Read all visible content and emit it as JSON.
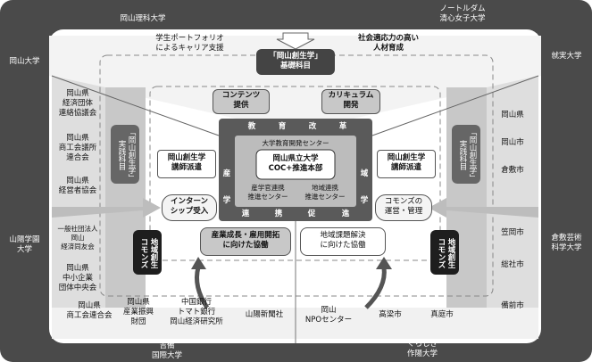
{
  "universities": {
    "okayama_rika": "岡山理科大学",
    "notre_dame": "ノートルダム\n清心女子大学",
    "okayama": "岡山大学",
    "shujitsu": "就実大学",
    "sanyo_gakuen": "山陽学園\n大学",
    "kurashiki_geijutsu": "倉敷芸術\n科学大学",
    "kibi_kokusai": "吉備\n国際大学",
    "kurashiki_sakuyo": "くらしき\n作陽大学"
  },
  "top": {
    "portfolio": "学生ポートフォリオ\nによるキャリア支援",
    "jinzai": "社会適応力の高い\n人材育成",
    "kiso": "「岡山創生学」\n基礎科目"
  },
  "core": {
    "contents": "コンテンツ\n提供",
    "curriculum": "カリキュラム\n開発",
    "kyoiku_kaikaku": [
      "教",
      "育",
      "改",
      "革"
    ],
    "renkei_sokushin": [
      "連",
      "携",
      "促",
      "進"
    ],
    "sangaku_left": "産\n学",
    "chiiki_right": "域\n学",
    "center": "大学教育開発センター",
    "honbu": "岡山県立大学\nCOC+推進本部",
    "sangakkan": "産学官連携\n推進センター",
    "chiiki_renkei": "地域連携\n推進センター"
  },
  "inner": {
    "koshi_left": "岡山創生学\n講師派遣",
    "koshi_right": "岡山創生学\n講師派遣",
    "intern": "インターン\nシップ受入",
    "commons_un": "コモンズの\n運営・管理",
    "jissen_left": "「岡山創生学」\n実践科目",
    "jissen_right": "「岡山創生学」\n実践科目",
    "commons_left": "地域創生\nコモンズ",
    "commons_right": "地域創生\nコモンズ",
    "sangyo": "産業成長・雇用開拓\nに向けた協働",
    "chiiki_kadai": "地域課題解決\nに向けた協働"
  },
  "left_orgs": {
    "keizai_dantai": "岡山県\n経済団体\n連絡協議会",
    "shokokaigisho": "岡山県\n商工会議所\n連合会",
    "keieisha": "岡山県\n経営者協会",
    "keizai_doyukai": "一般社団法人\n岡山\n経済同友会",
    "chusho": "岡山県\n中小企業\n団体中央会",
    "shokokai": "岡山県\n商工会連合会"
  },
  "bottom_orgs": {
    "sangyo_shinko": "岡山県\n産業振興\n財団",
    "banks": "中国銀行\nトマト銀行\n岡山経済研究所",
    "sanyo_shinbun": "山陽新聞社",
    "npo": "岡山\nNPOセンター",
    "takahashi": "高梁市",
    "maniwa": "真庭市"
  },
  "right_orgs": {
    "okayama_ken": "岡山県",
    "okayama_shi": "岡山市",
    "kurashiki_shi": "倉敷市",
    "kasaoka_shi": "笠岡市",
    "soja_shi": "総社市",
    "bizen_shi": "備前市"
  },
  "colors": {
    "dark": "#4a4a4a",
    "mid": "#9a9a9a",
    "light": "#dcdcdc",
    "pale": "#f4f4f4",
    "white": "#ffffff"
  }
}
